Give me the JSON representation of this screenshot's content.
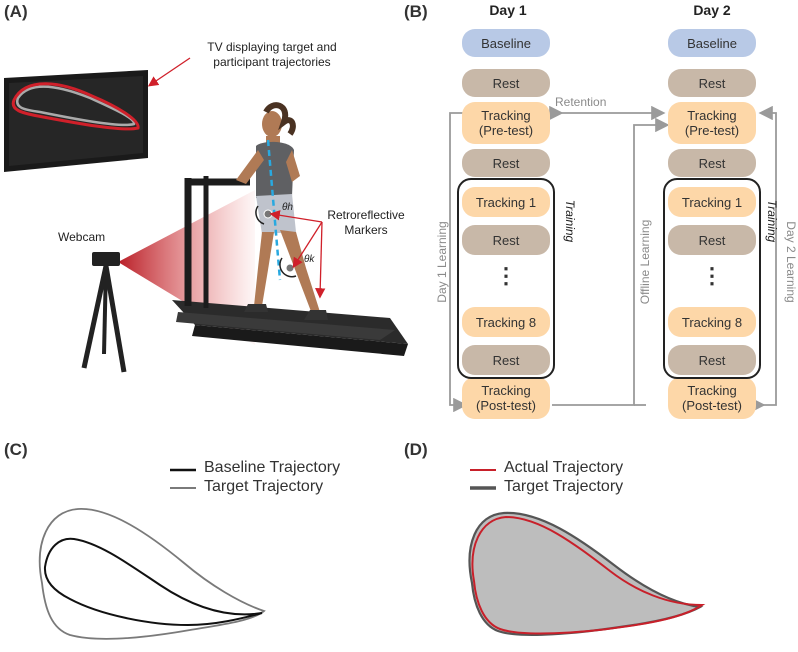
{
  "panels": {
    "a": "(A)",
    "b": "(B)",
    "c": "(C)",
    "d": "(D)"
  },
  "panel_a": {
    "tv_caption_line1": "TV displaying target and",
    "tv_caption_line2": "participant trajectories",
    "webcam": "Webcam",
    "markers_line1": "Retroreflective",
    "markers_line2": "Markers",
    "theta_h": "θh",
    "theta_k": "θk",
    "colors": {
      "red": "#d0202a",
      "target": "#b0b0b0"
    }
  },
  "panel_b": {
    "day1": {
      "title": "Day 1",
      "boxes": [
        "Baseline",
        "Rest",
        "Tracking\n(Pre-test)",
        "Rest",
        "Tracking 1",
        "Rest",
        "⋮",
        "Tracking 8",
        "Rest",
        "Tracking\n(Post-test)"
      ],
      "side_label": "Day 1 Learning"
    },
    "day2": {
      "title": "Day 2",
      "boxes": [
        "Baseline",
        "Rest",
        "Tracking\n(Pre-test)",
        "Rest",
        "Tracking 1",
        "Rest",
        "⋮",
        "Tracking 8",
        "Rest",
        "Tracking\n(Post-test)"
      ],
      "side_label": "Day 2 Learning"
    },
    "retention": "Retention",
    "offline": "Offline Learning",
    "training": "Training",
    "colors": {
      "baseline": "#b8c9e6",
      "rest": "#c8b8a8",
      "tracking": "#fdd7a8",
      "arrow": "#9a9a9a"
    }
  },
  "panel_c": {
    "legend": [
      "Baseline Trajectory",
      "Target Trajectory"
    ],
    "colors": {
      "baseline": "#111111",
      "target": "#7a7a7a"
    }
  },
  "panel_d": {
    "legend": [
      "Actual Trajectory",
      "Target Trajectory"
    ],
    "colors": {
      "actual": "#c8202a",
      "target": "#555555",
      "gap_fill": "#bdbdbd"
    }
  }
}
